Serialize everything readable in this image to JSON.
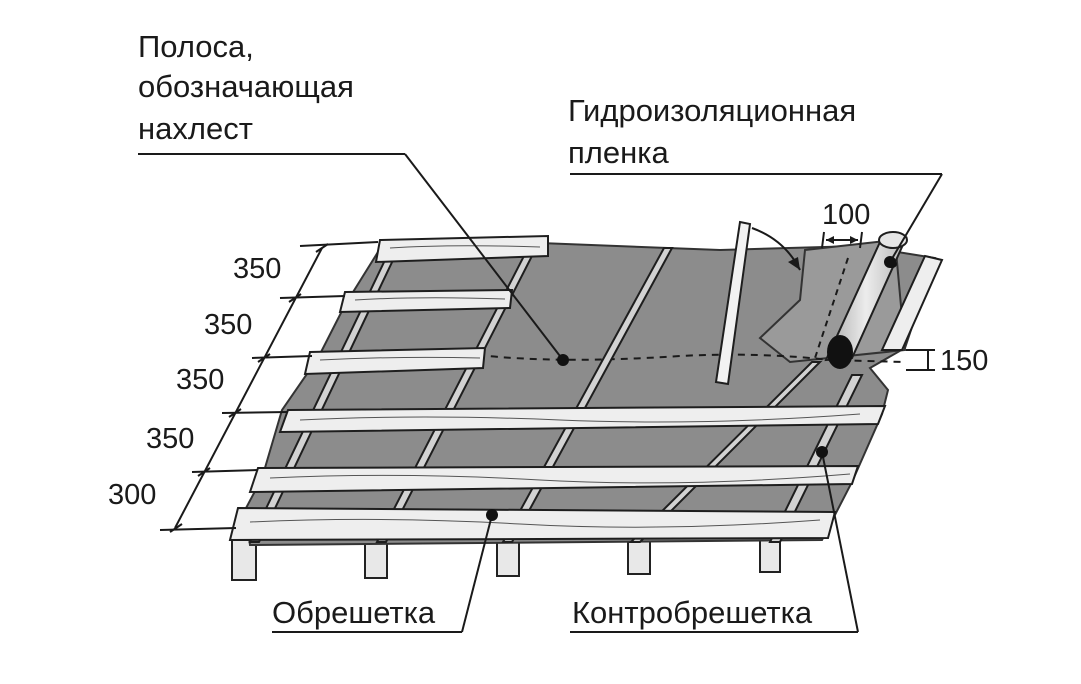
{
  "labels": {
    "overlap_strip": [
      "Полоса,",
      "обозначающая",
      "нахлест"
    ],
    "waterproofing_film": [
      "Гидроизоляционная",
      "пленка"
    ],
    "battens": "Обрешетка",
    "counter_battens": "Контробрешетка"
  },
  "dimensions": {
    "batten_spacing": [
      "350",
      "350",
      "350",
      "350",
      "300"
    ],
    "film_overlap": "100",
    "film_overhang": "150"
  }
}
